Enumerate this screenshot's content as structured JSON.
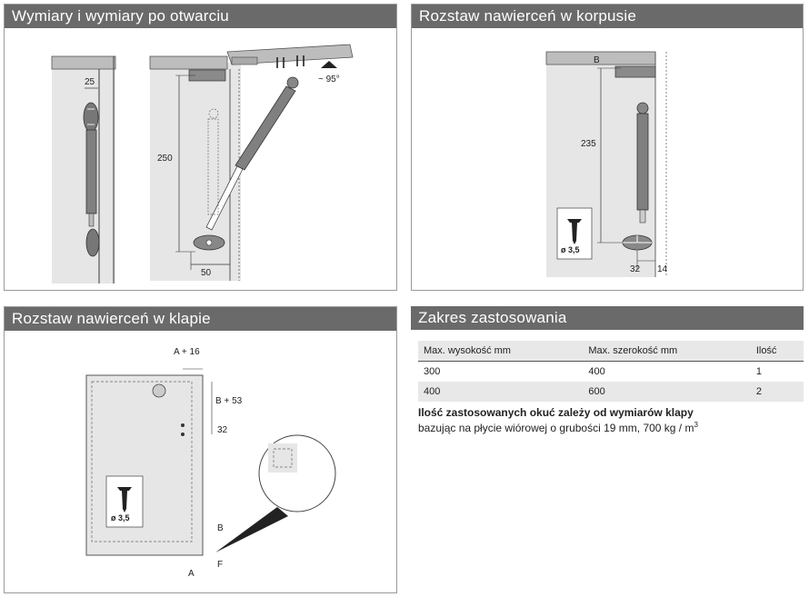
{
  "panels": {
    "dimensions": {
      "title": "Wymiary i wymiary po otwarciu",
      "labels": {
        "width_top": "25",
        "height": "250",
        "bottom_offset": "50",
        "angle": "~ 95°"
      }
    },
    "body_spacing": {
      "title": "Rozstaw nawierceń w korpusie",
      "labels": {
        "b": "B",
        "height": "235",
        "offset": "32",
        "edge": "14",
        "screw": "ø 3,5"
      }
    },
    "flap_spacing": {
      "title": "Rozstaw nawierceń w klapie",
      "labels": {
        "a16": "A + 16",
        "b53": "B + 53",
        "d32": "32",
        "screw": "ø 3,5",
        "b": "B",
        "f": "F",
        "a": "A"
      }
    },
    "application": {
      "title": "Zakres zastosowania",
      "table": {
        "headers": [
          "Max. wysokość mm",
          "Max. szerokość mm",
          "Ilość"
        ],
        "rows": [
          [
            "300",
            "400",
            "1"
          ],
          [
            "400",
            "600",
            "2"
          ]
        ]
      },
      "note_bold": "Ilość zastosowanych okuć zależy od wymiarów klapy",
      "note_text": "bazując na płycie wiórowej o grubości 19 mm, 700 kg / m",
      "note_sup": "3"
    }
  }
}
